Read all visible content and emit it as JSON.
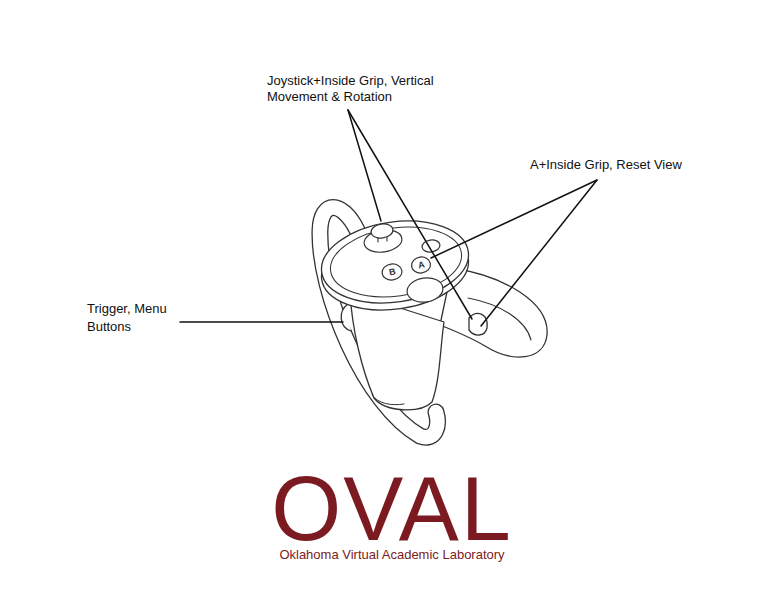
{
  "diagram": {
    "labels": [
      "Joystick+Inside Grip, Vertical Movement & Rotation",
      "A+Inside Grip, Reset View",
      "Trigger, Menu Buttons",
      "B",
      "A",
      "OVAL",
      "Oklahoma Virtual Academic Laboratory"
    ]
  }
}
